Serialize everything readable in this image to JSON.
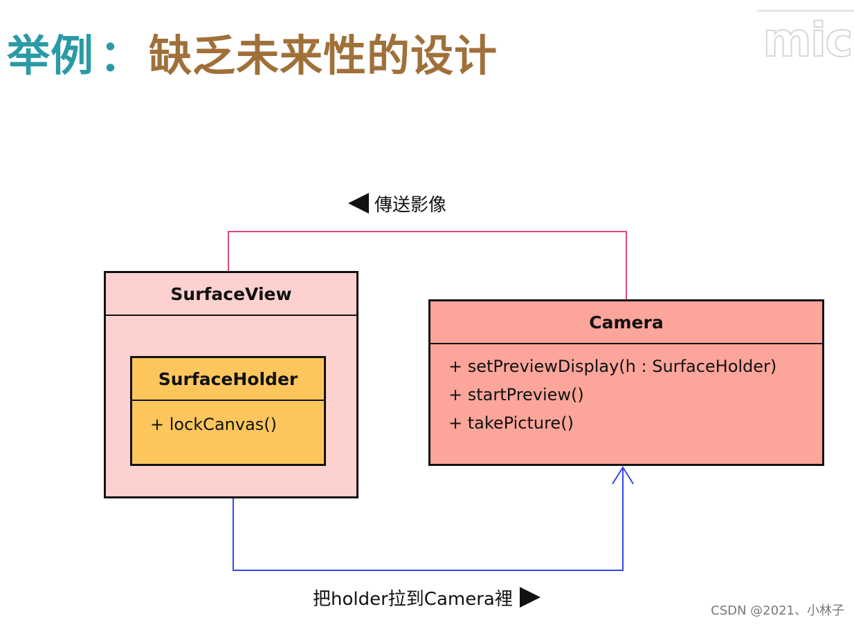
{
  "slide": {
    "title_lead": "举例",
    "title_sep": "：",
    "title_rest": "缺乏未来性的设计",
    "logo_text": "mic"
  },
  "diagram": {
    "classes": {
      "surfaceview": {
        "name": "SurfaceView"
      },
      "surfaceholder": {
        "name": "SurfaceHolder",
        "operations": [
          "+ lockCanvas()"
        ]
      },
      "camera": {
        "name": "Camera",
        "operations": [
          "+ setPreviewDisplay(h : SurfaceHolder)",
          "+ startPreview()",
          "+ takePicture()"
        ]
      }
    },
    "edges": {
      "camera_to_holder": {
        "label": "傳送影像",
        "color": "#e0467a"
      },
      "view_to_camera": {
        "label": "把holder拉到Camera裡",
        "color": "#3344ee"
      }
    }
  },
  "footer": {
    "watermark": "CSDN @2021、小林子"
  },
  "colors": {
    "surfaceview_fill": "#fdd1cf",
    "surfaceholder_fill": "#fcc65d",
    "camera_fill": "#fca59a",
    "title_teal": "#2a9aa6",
    "title_brown": "#a0703a"
  }
}
